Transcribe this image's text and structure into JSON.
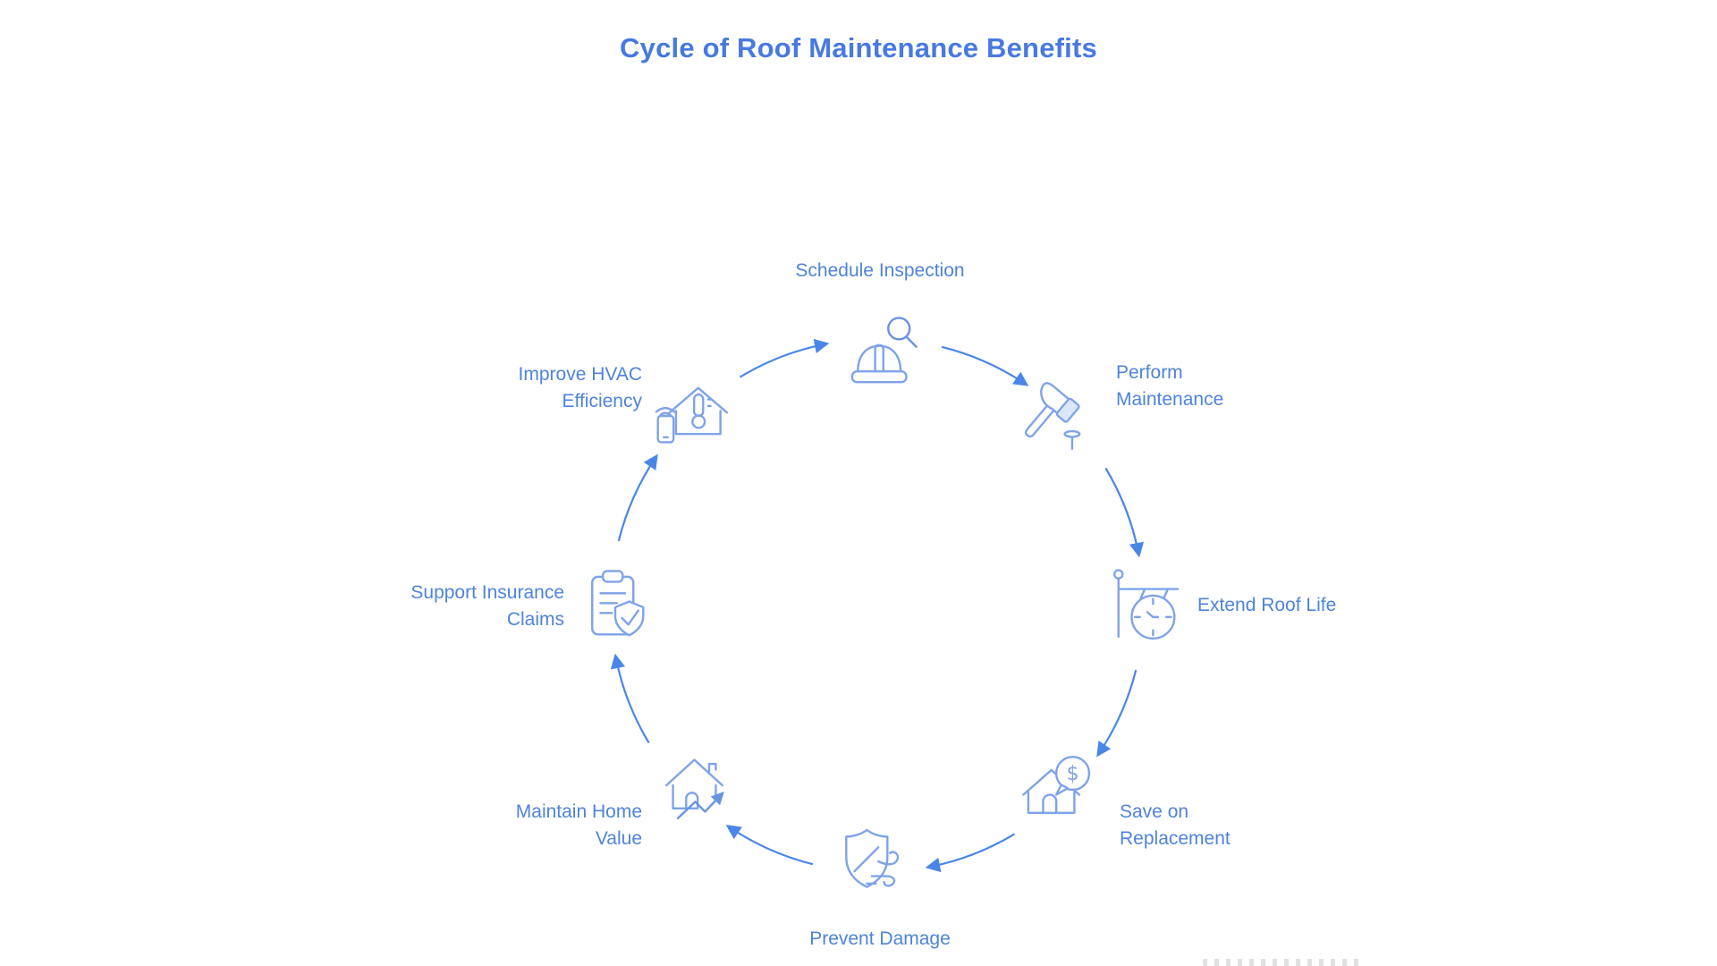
{
  "title": "Cycle of Roof Maintenance Benefits",
  "colors": {
    "title": "#4879e0",
    "label": "#4f83da",
    "arrow": "#4a86e8",
    "icon_stroke": "#7fa3e8",
    "icon_accent": "#6a92e2",
    "background": "#ffffff"
  },
  "cycle": {
    "flow": "clockwise",
    "nodes": [
      {
        "id": "schedule-inspection",
        "lines": [
          "Schedule Inspection"
        ],
        "icon": "hardhat-magnifier-icon",
        "position": "top"
      },
      {
        "id": "perform-maintenance",
        "lines": [
          "Perform",
          "Maintenance"
        ],
        "icon": "hammer-nail-icon",
        "position": "top-right"
      },
      {
        "id": "extend-roof-life",
        "lines": [
          "Extend Roof Life"
        ],
        "icon": "hanging-clock-icon",
        "position": "right"
      },
      {
        "id": "save-on-replacement",
        "lines": [
          "Save on",
          "Replacement"
        ],
        "icon": "house-dollar-bubble-icon",
        "position": "bottom-right"
      },
      {
        "id": "prevent-damage",
        "lines": [
          "Prevent Damage"
        ],
        "icon": "shield-wind-icon",
        "position": "bottom"
      },
      {
        "id": "maintain-home-value",
        "lines": [
          "Maintain Home",
          "Value"
        ],
        "icon": "house-growth-arrow-icon",
        "position": "bottom-left"
      },
      {
        "id": "support-insurance-claims",
        "lines": [
          "Support Insurance",
          "Claims"
        ],
        "icon": "clipboard-shield-check-icon",
        "position": "left"
      },
      {
        "id": "improve-hvac-efficiency",
        "lines": [
          "Improve HVAC",
          "Efficiency"
        ],
        "icon": "house-thermostat-icon",
        "position": "top-left"
      }
    ]
  }
}
